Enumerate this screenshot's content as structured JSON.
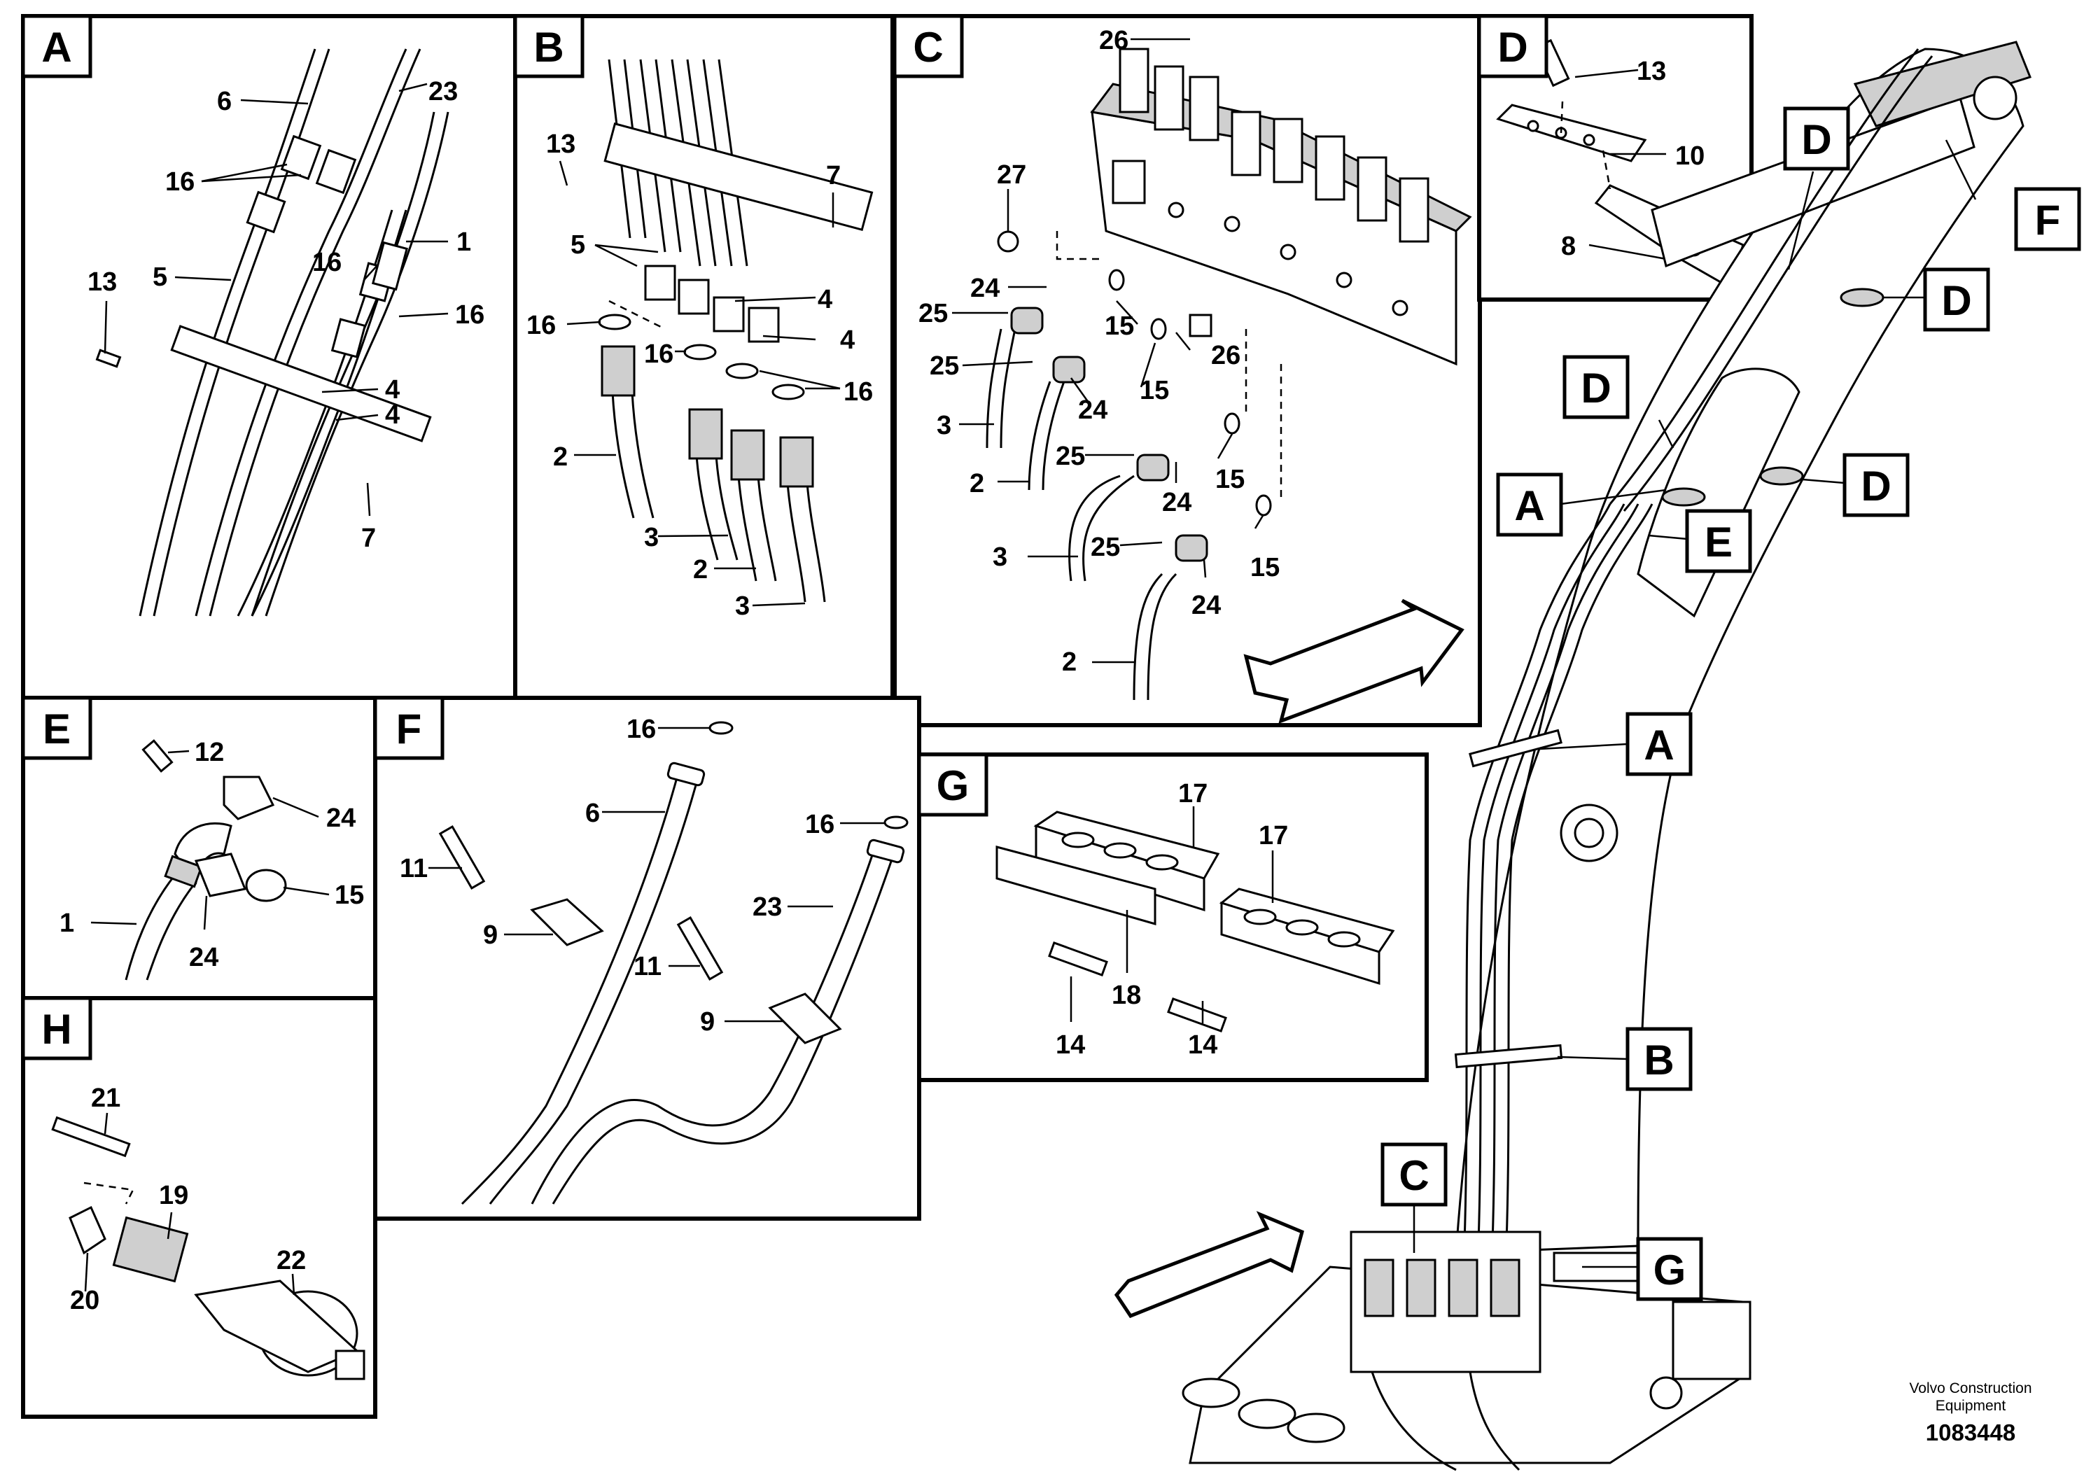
{
  "panels": [
    {
      "id": "A",
      "title": "A"
    },
    {
      "id": "B",
      "title": "B"
    },
    {
      "id": "C",
      "title": "C"
    },
    {
      "id": "D",
      "title": "D"
    },
    {
      "id": "E",
      "title": "E"
    },
    {
      "id": "F",
      "title": "F"
    },
    {
      "id": "G",
      "title": "G"
    },
    {
      "id": "H",
      "title": "H"
    }
  ],
  "callouts": {
    "A": [
      "6",
      "23",
      "16",
      "1",
      "16",
      "5",
      "13",
      "16",
      "4",
      "4",
      "7"
    ],
    "B": [
      "13",
      "7",
      "5",
      "16",
      "16",
      "4",
      "4",
      "16",
      "2",
      "3",
      "2",
      "3"
    ],
    "C": [
      "26",
      "27",
      "24",
      "25",
      "15",
      "25",
      "24",
      "15",
      "26",
      "3",
      "2",
      "25",
      "15",
      "24",
      "3",
      "25",
      "15",
      "24",
      "2"
    ],
    "D": [
      "13",
      "10",
      "8"
    ],
    "E": [
      "12",
      "24",
      "1",
      "24",
      "15"
    ],
    "F": [
      "16",
      "6",
      "16",
      "11",
      "9",
      "23",
      "11",
      "9"
    ],
    "G": [
      "17",
      "17",
      "14",
      "18",
      "14"
    ],
    "H": [
      "21",
      "19",
      "22",
      "20"
    ]
  },
  "overview_tags": [
    "D",
    "F",
    "D",
    "D",
    "A",
    "D",
    "E",
    "A",
    "B",
    "C",
    "G"
  ],
  "footer": {
    "brand_line1": "Volvo Construction",
    "brand_line2": "Equipment",
    "document_number": "1083448"
  }
}
